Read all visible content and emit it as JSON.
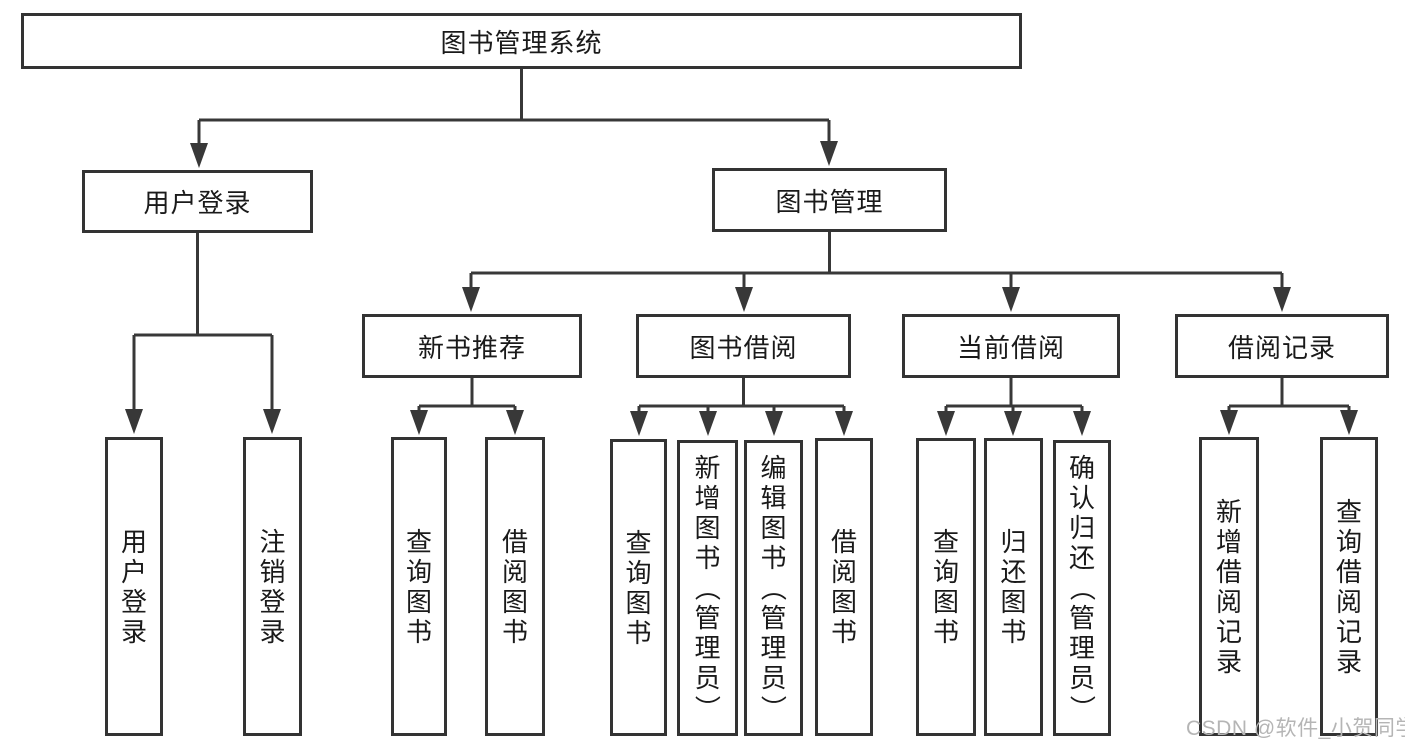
{
  "diagram": {
    "root": {
      "label": "图书管理系统"
    },
    "level1": [
      {
        "label": "用户登录",
        "parent": "图书管理系统"
      },
      {
        "label": "图书管理",
        "parent": "图书管理系统"
      }
    ],
    "level2": [
      {
        "label": "新书推荐",
        "parent": "图书管理"
      },
      {
        "label": "图书借阅",
        "parent": "图书管理"
      },
      {
        "label": "当前借阅",
        "parent": "图书管理"
      },
      {
        "label": "借阅记录",
        "parent": "图书管理"
      }
    ],
    "leaves": [
      {
        "label": "用户登录",
        "parent": "用户登录"
      },
      {
        "label": "注销登录",
        "parent": "用户登录"
      },
      {
        "label": "查询图书",
        "parent": "新书推荐"
      },
      {
        "label": "借阅图书",
        "parent": "新书推荐"
      },
      {
        "label": "查询图书",
        "parent": "图书借阅"
      },
      {
        "label": "新增图书（管理员）",
        "parent": "图书借阅"
      },
      {
        "label": "编辑图书（管理员）",
        "parent": "图书借阅"
      },
      {
        "label": "借阅图书",
        "parent": "图书借阅"
      },
      {
        "label": "查询图书",
        "parent": "当前借阅"
      },
      {
        "label": "归还图书",
        "parent": "当前借阅"
      },
      {
        "label": "确认归还（管理员）",
        "parent": "当前借阅"
      },
      {
        "label": "新增借阅记录",
        "parent": "借阅记录"
      },
      {
        "label": "查询借阅记录",
        "parent": "借阅记录"
      }
    ]
  },
  "watermark": {
    "text": "CSDN @软件_小贺同学"
  },
  "colors": {
    "line": "#383838",
    "border": "#333333",
    "text": "#1a1a1a",
    "watermark": "#b5b5b5",
    "background": "#ffffff"
  }
}
